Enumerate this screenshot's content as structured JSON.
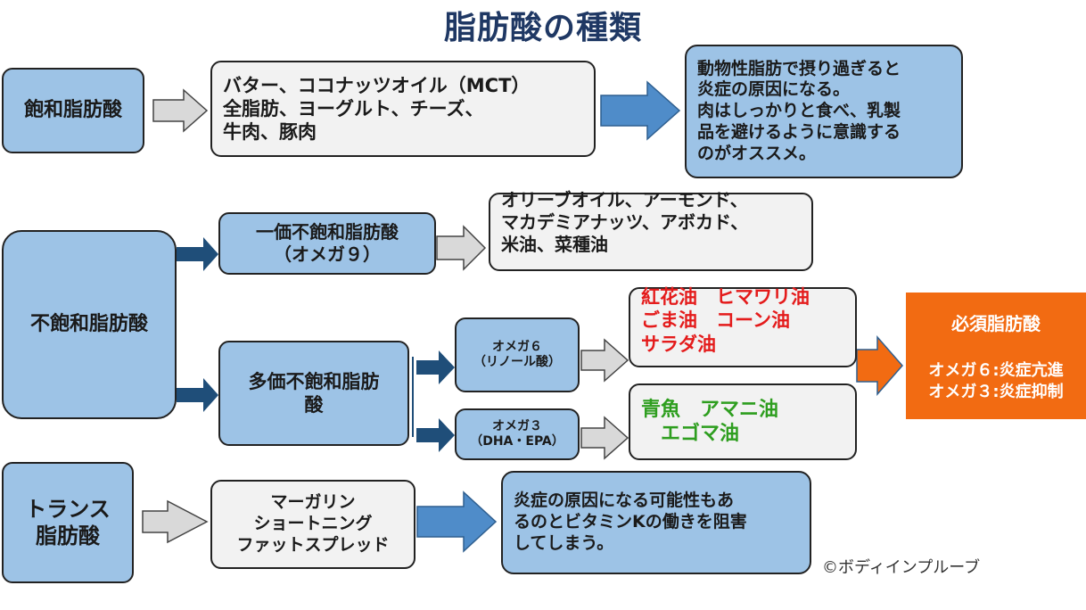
{
  "title": "脂肪酸の種類",
  "saturated": {
    "label": "飽和脂肪酸",
    "foods": "バター、ココナッツオイル（MCT）\n全脂肪、ヨーグルト、チーズ、\n牛肉、豚肉",
    "note": "動物性脂肪で摂り過ぎると\n炎症の原因になる。\n肉はしっかりと食べ、乳製\n品を避けるように意識する\nのがオススメ。"
  },
  "unsaturated": {
    "label": "不飽和脂肪酸",
    "mono": {
      "label": "一価不飽和脂肪酸\n（オメガ９）",
      "foods": "オリーブオイル、アーモンド、\nマカデミアナッツ、アボカド、\n米油、菜種油"
    },
    "poly": {
      "label": "多価不飽和脂肪\n酸",
      "omega6": {
        "label": "オメガ６\n（リノール酸）",
        "foods": "紅花油　ヒマワリ油\nごま油　コーン油\nサラダ油"
      },
      "omega3": {
        "label": "オメガ３\n（DHA・EPA）",
        "foods": "青魚　アマニ油\n　エゴマ油"
      }
    }
  },
  "essential": {
    "title": "必須脂肪酸",
    "line1": "オメガ６:炎症亢進",
    "line2": "オメガ３:炎症抑制"
  },
  "trans": {
    "label": "トランス\n脂肪酸",
    "foods": "マーガリン\nショートニング\nファットスプレッド",
    "note": "炎症の原因になる可能性もあ\nるのとビタミンKの働きを阻害\nしてしまう。"
  },
  "credit": "©ボディインプルーブ",
  "colors": {
    "title": "#1f3864",
    "box_blue": "#9dc3e6",
    "box_gray": "#f2f2f2",
    "arrow_blue": "#4f8cc9",
    "arrow_dark": "#1f4e79",
    "arrow_gray": "#d9d9d9",
    "essential_orange": "#f26b12",
    "omega6_text": "#e41b1b",
    "omega3_text": "#2e9e1f"
  }
}
